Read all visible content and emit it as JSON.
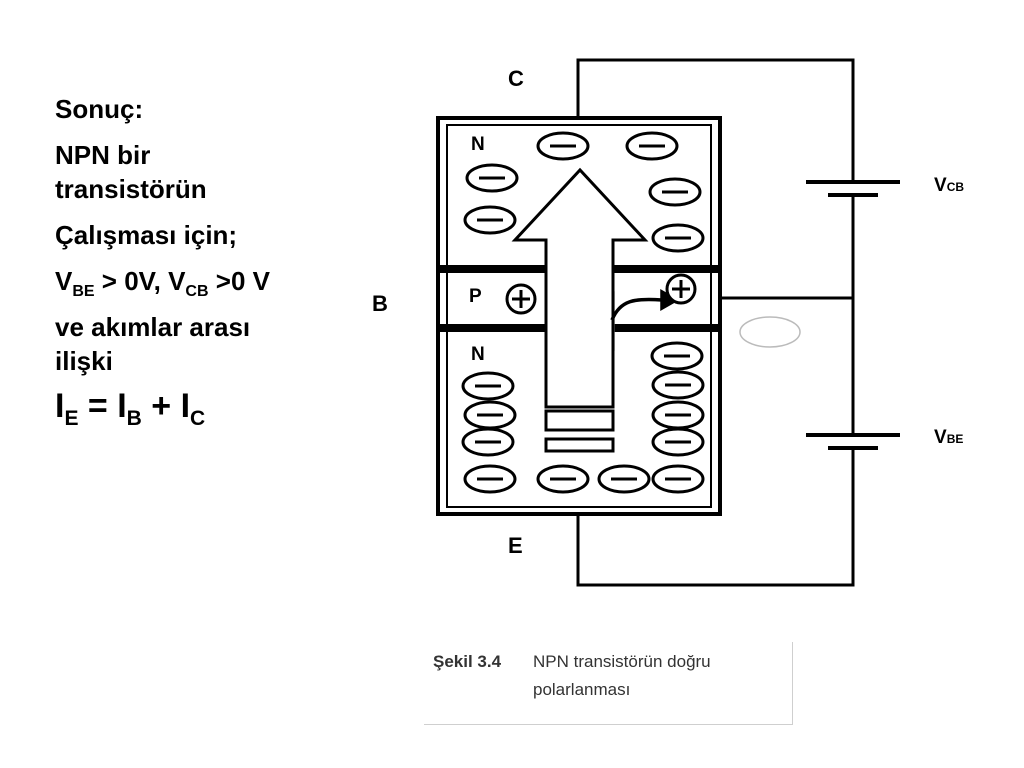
{
  "text": {
    "heading": "Sonuç:",
    "line1a": "NPN bir",
    "line1b": "transistörün",
    "line2": "Çalışması için;",
    "vbe_v1": "V",
    "vbe_sub1": "BE",
    "vbe_mid": " > 0V, V",
    "vbe_sub2": "CB",
    "vbe_end": " >0 V",
    "line3a": "ve akımlar arası",
    "line3b": "ilişki",
    "eq_i1": "I",
    "eq_sub1": "E",
    "eq_mid1": " = I",
    "eq_sub2": "B",
    "eq_mid2": " + I",
    "eq_sub3": "C"
  },
  "diagram": {
    "label_c": "C",
    "label_b": "B",
    "label_e": "E",
    "label_n_top": "N",
    "label_p": "P",
    "label_n_bottom": "N",
    "label_vcb": "V",
    "label_vcb_sub": "CB",
    "label_vbe": "V",
    "label_vbe_sub": "BE"
  },
  "caption": {
    "bold": "Şekil 3.4",
    "text1": "NPN transistörün doğru",
    "text2": "polarlanması"
  }
}
